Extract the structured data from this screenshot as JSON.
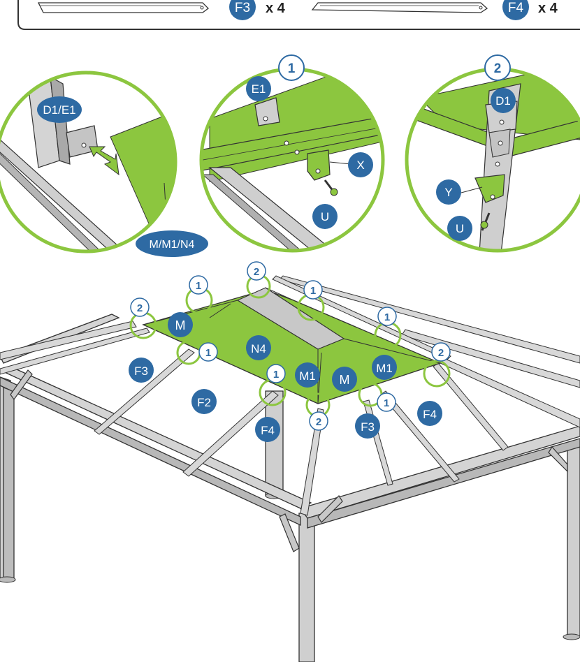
{
  "parts_row": [
    {
      "code": "F3",
      "qty": "x 4"
    },
    {
      "code": "F4",
      "qty": "x 4"
    }
  ],
  "detail_views": [
    {
      "step": "",
      "labels": [
        "D1/E1",
        "M/M1/N4"
      ]
    },
    {
      "step": "1",
      "labels": [
        "E1",
        "X",
        "U"
      ]
    },
    {
      "step": "2",
      "labels": [
        "D1",
        "Y",
        "U"
      ]
    }
  ],
  "main_labels": [
    "M",
    "N4",
    "F3",
    "F2",
    "F4",
    "M1",
    "M1",
    "M",
    "F3",
    "F4"
  ],
  "callouts": [
    "2",
    "1",
    "2",
    "1",
    "1",
    "1",
    "2",
    "1",
    "2",
    "1"
  ],
  "colors": {
    "panel_green": "#8cc63f",
    "badge_blue": "#2e6aa3",
    "frame_gray": "#c8c8c8",
    "outline": "#333333"
  }
}
